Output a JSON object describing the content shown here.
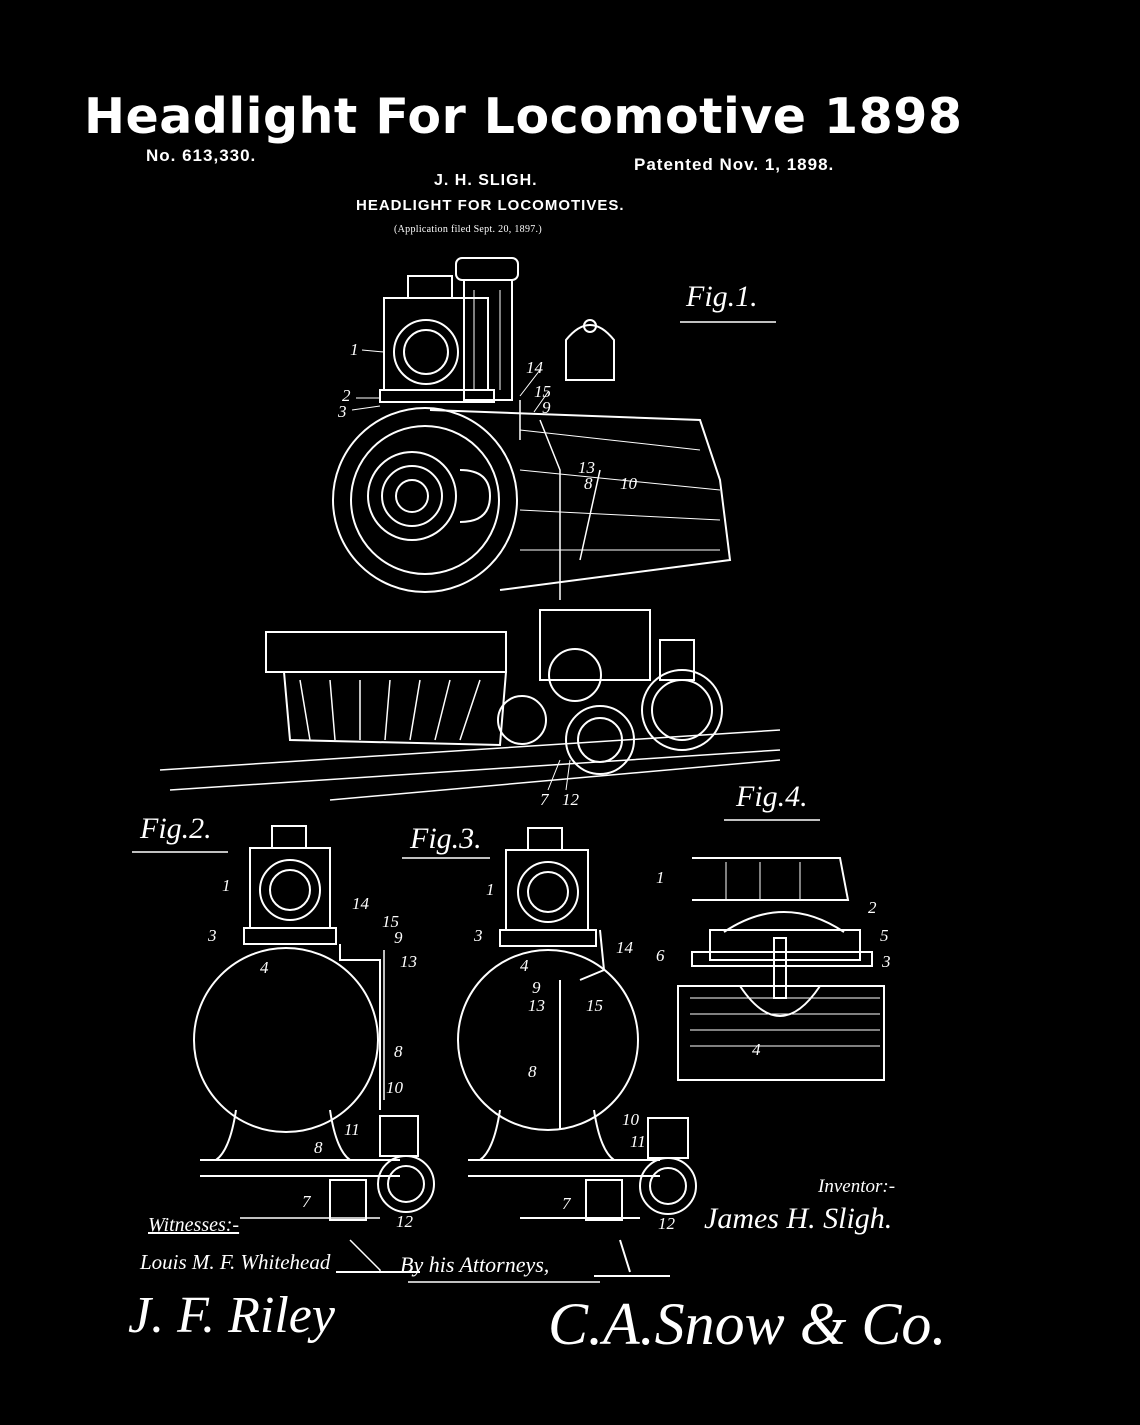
{
  "poster": {
    "title": "Headlight For Locomotive 1898"
  },
  "patent": {
    "number": "No. 613,330.",
    "date": "Patented Nov. 1, 1898.",
    "inventor": "J. H. SLIGH.",
    "subject": "HEADLIGHT FOR LOCOMOTIVES.",
    "filed": "(Application filed Sept. 20, 1897.)"
  },
  "figures": {
    "fig1_label": "Fig.1.",
    "fig2_label": "Fig.2.",
    "fig3_label": "Fig.3.",
    "fig4_label": "Fig.4."
  },
  "signatures": {
    "witnesses_label": "Witnesses:-",
    "witness_1": "Louis M. F. Whitehead",
    "witness_2": "J. F. Riley",
    "attorneys_label": "By his Attorneys,",
    "attorney_signature": "C.A.Snow & Co.",
    "inventor_label": "Inventor:-",
    "inventor_signature": "James H. Sligh."
  },
  "reference_numerals": {
    "fig1": [
      "1",
      "2",
      "3",
      "14",
      "15",
      "9",
      "13",
      "8",
      "10",
      "7",
      "12"
    ],
    "fig2": [
      "1",
      "3",
      "4",
      "14",
      "15",
      "9",
      "13",
      "8",
      "10",
      "11",
      "8",
      "7",
      "12"
    ],
    "fig3": [
      "1",
      "3",
      "4",
      "9",
      "13",
      "15",
      "14",
      "8",
      "10",
      "11",
      "7",
      "12"
    ],
    "fig4": [
      "1",
      "2",
      "5",
      "6",
      "3",
      "4"
    ]
  },
  "colors": {
    "background": "#000000",
    "ink": "#ffffff"
  }
}
